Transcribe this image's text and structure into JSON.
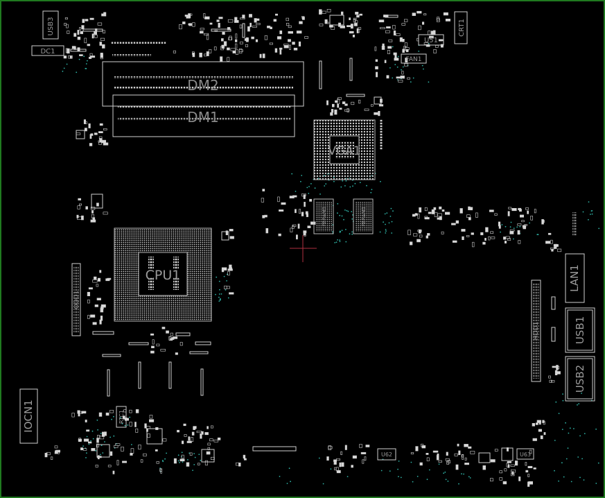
{
  "viewer": {
    "background_color": "#000000",
    "board_outline_color": "#1f7a1f",
    "component_outline_color": "#cfcfcf",
    "pin_color": "#d8d8d8",
    "via_color": "#2fb3a6",
    "label_color": "#9a9a9a",
    "cursor_color": "#b03040"
  },
  "components": {
    "usb3": "USB3",
    "dc1": "DC1",
    "dm2": "DM2",
    "dm1": "DM1",
    "vga1": "VGA1",
    "crt1": "CRT1",
    "u51": "U51",
    "fan1": "FAN1",
    "fbram3": "FBRAM3",
    "fbram1": "FBRAM1",
    "cpu1": "CPU1",
    "odd1": "ODD1",
    "lan1": "LAN1",
    "hdd1": "HDD1",
    "usb1": "USB1",
    "usb2": "USB2",
    "iocn1": "IOCN1",
    "rtc1": "RTC1",
    "u62": "U62",
    "u63": "U63"
  }
}
